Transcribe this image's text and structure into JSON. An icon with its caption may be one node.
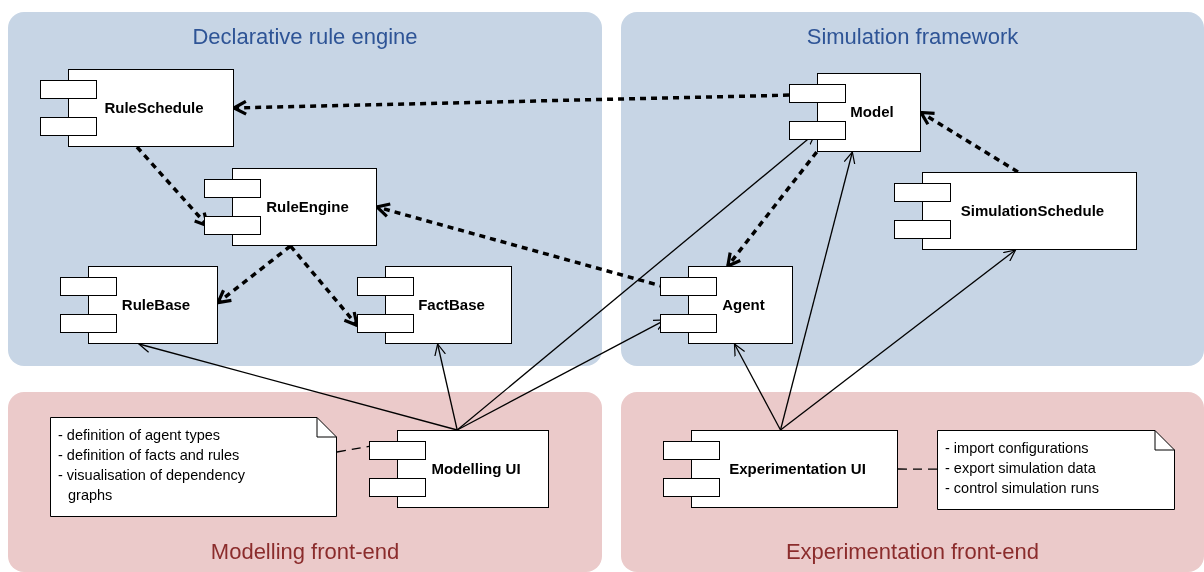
{
  "diagram": {
    "nodes": [
      {
        "text": [
          "Declarative rule engine"
        ]
      },
      {
        "text": [
          "RuleSchedule"
        ],
        "in": 0
      },
      {
        "text": [
          "RuleEngine"
        ],
        "in": 0
      },
      {
        "text": [
          "RuleBase"
        ],
        "in": 0
      },
      {
        "text": [
          "FactBase"
        ],
        "in": 0
      },
      {
        "text": [
          "Simulation framework"
        ]
      },
      {
        "text": [
          "Model"
        ],
        "in": 5
      },
      {
        "text": [
          "SimulationSchedule"
        ],
        "in": 5
      },
      {
        "text": [
          "Agent"
        ],
        "in": 5
      },
      {
        "text": [
          "Modelling front-end"
        ]
      },
      {
        "text": [
          "- definition of agent types",
          "- definition of facts and rules",
          "- visualisation of dependency graphs"
        ],
        "in": 9
      },
      {
        "text": [
          "Modelling UI"
        ],
        "in": 9
      },
      {
        "text": [
          "Experimentation front-end"
        ]
      },
      {
        "text": [
          "Experimentation UI"
        ],
        "in": 12
      },
      {
        "text": [
          "- import configurations",
          "- export simulation data",
          "- control simulation runs"
        ],
        "in": 12
      }
    ],
    "edges": [
      {
        "from": 6,
        "to": 1,
        "arrow": "to",
        "style": "dashed"
      },
      {
        "from": 1,
        "to": 2,
        "arrow": "to",
        "style": "dashed"
      },
      {
        "from": 2,
        "to": 3,
        "arrow": "to",
        "style": "dashed"
      },
      {
        "from": 2,
        "to": 4,
        "arrow": "to",
        "style": "dashed"
      },
      {
        "from": 8,
        "to": 2,
        "arrow": "to",
        "style": "dashed"
      },
      {
        "from": 6,
        "to": 8,
        "arrow": "to",
        "style": "dashed"
      },
      {
        "from": 7,
        "to": 6,
        "arrow": "to",
        "style": "dashed"
      },
      {
        "from": 11,
        "to": 3,
        "arrow": "to"
      },
      {
        "from": 11,
        "to": 4,
        "arrow": "to"
      },
      {
        "from": 11,
        "to": 6,
        "arrow": "to"
      },
      {
        "from": 11,
        "to": 8,
        "arrow": "to"
      },
      {
        "from": 13,
        "to": 8,
        "arrow": "to"
      },
      {
        "from": 13,
        "to": 6,
        "arrow": "to"
      },
      {
        "from": 13,
        "to": 7,
        "arrow": "to"
      },
      {
        "from": 10,
        "to": 11,
        "arrow": "none",
        "style": "dashed"
      },
      {
        "from": 13,
        "to": 14,
        "arrow": "none",
        "style": "dashed"
      }
    ]
  }
}
